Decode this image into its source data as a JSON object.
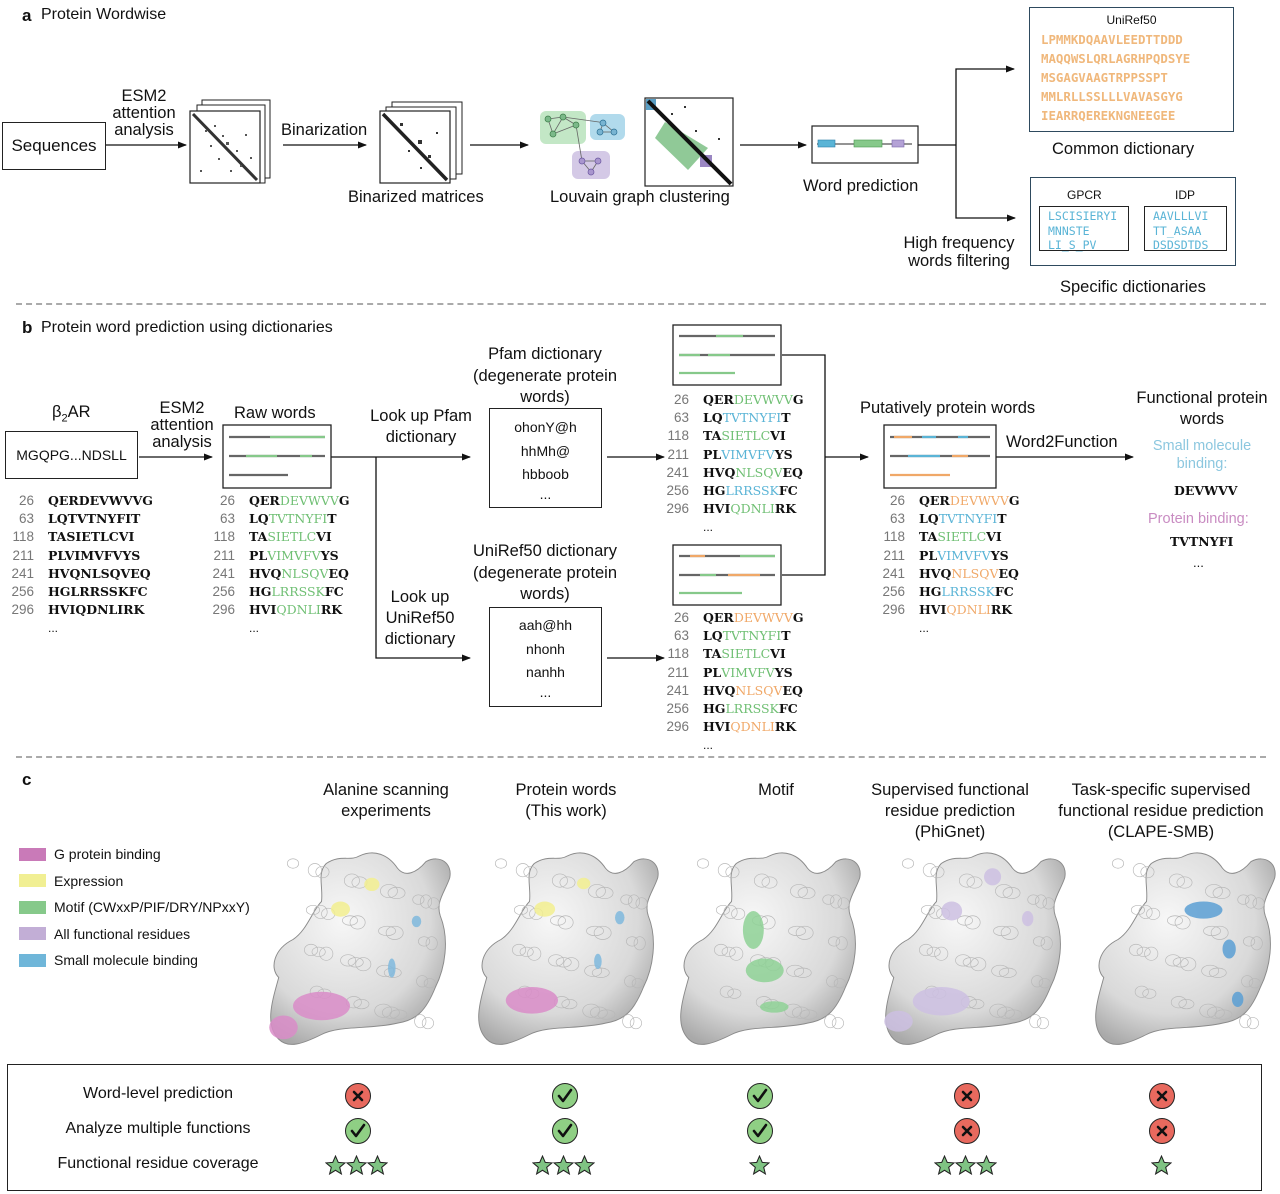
{
  "panel_a": {
    "letter": "a",
    "title": "Protein Wordwise",
    "sequences_label": "Sequences",
    "esm2_label": [
      "ESM2",
      "attention",
      "analysis"
    ],
    "binarization_label": "Binarization",
    "binarized_label": "Binarized matrices",
    "louvain_label": "Louvain graph clustering",
    "word_prediction_label": "Word prediction",
    "high_freq_label": [
      "High frequency",
      "words filtering"
    ],
    "uniref50_box_title": "UniRef50",
    "uniref50_words": [
      "LPMMKDQAAVLEEDTTDDD",
      "MAQQWSLQRLAGRHPQDSYE",
      "MSGAGVAAGTRPPSSPT",
      "MMLRLLSSLLLVAVASGYG",
      "IEARRQEREKNGNEEGEE"
    ],
    "common_dict_label": "Common dictionary",
    "gpcr_title": "GPCR",
    "gpcr_words": [
      "LSCISIERYI",
      "MNNSTE",
      "LI_S_PV"
    ],
    "idp_title": "IDP",
    "idp_words": [
      "AAVLLLVI",
      "TT_ASAA",
      "DSDSDTDS"
    ],
    "specific_dict_label": "Specific dictionaries"
  },
  "panel_b": {
    "letter": "b",
    "title": "Protein word prediction using dictionaries",
    "b2ar_label": "β",
    "b2ar_sub": "2",
    "b2ar_suffix": "AR",
    "input_seq": "MGQPG...NDSLL",
    "esm2_label": [
      "ESM2",
      "attention",
      "analysis"
    ],
    "raw_words_label": "Raw words",
    "lookup_pfam": [
      "Look up Pfam",
      "dictionary"
    ],
    "lookup_uniref": [
      "Look up",
      "UniRef50",
      "dictionary"
    ],
    "pfam_dict_label": [
      "Pfam dictionary",
      "(degenerate protein",
      "words)"
    ],
    "pfam_words": [
      "ohonY@h",
      "hhMh@",
      "hbboob",
      "..."
    ],
    "uniref_dict_label": [
      "UniRef50 dictionary",
      "(degenerate protein",
      "words)"
    ],
    "uniref_words": [
      "aah@hh",
      "nhonh",
      "nanhh",
      "..."
    ],
    "putative_label": "Putatively protein words",
    "word2function_label": "Word2Function",
    "functional_label": [
      "Functional protein",
      "words"
    ],
    "small_mol_label": [
      "Small molecule",
      "binding:"
    ],
    "small_mol_word": "DEVWVV",
    "protein_binding_label": "Protein binding:",
    "protein_binding_word": "TVTNYFI",
    "func_dots": "...",
    "positions": [
      "26",
      "63",
      "118",
      "211",
      "241",
      "256",
      "296"
    ],
    "seq_dots": "...",
    "raw_seqs": [
      "QERDEVWVVG",
      "LQTVTNYFIT",
      "TASIETLCVI",
      "PLVIMVFVYS",
      "HVQNLSQVEQ",
      "HGLRRSSKFC",
      "HVIQDNLIRK"
    ]
  },
  "panel_c": {
    "letter": "c",
    "method_titles": [
      [
        "Alanine scanning",
        "experiments"
      ],
      [
        "Protein words",
        "(This work)"
      ],
      [
        "Motif"
      ],
      [
        "Supervised functional",
        "residue prediction",
        "(PhiGnet)"
      ],
      [
        "Task-specific supervised",
        "functional residue prediction",
        "(CLAPE-SMB)"
      ]
    ],
    "legend": [
      {
        "label": "G protein binding",
        "color": "#c97ab8"
      },
      {
        "label": "Expression",
        "color": "#f1ef93"
      },
      {
        "label": "Motif  (CWxxP/PIF/DRY/NPxxY)",
        "color": "#86c98a"
      },
      {
        "label": "All functional residues",
        "color": "#c2aed6"
      },
      {
        "label": "Small molecule binding",
        "color": "#6fb6d9"
      }
    ],
    "table_rows": [
      "Word-level prediction",
      "Analyze multiple functions",
      "Functional residue coverage"
    ],
    "table_values": {
      "word_level": [
        "no",
        "yes",
        "yes",
        "no",
        "no"
      ],
      "multiple": [
        "yes",
        "yes",
        "yes",
        "no",
        "no"
      ],
      "coverage_stars": [
        3,
        3,
        1,
        3,
        1
      ]
    }
  },
  "colors": {
    "green": "#6fbf73",
    "blue": "#5ab4d6",
    "orange": "#f0a868",
    "pink": "#c46ab0",
    "check_green": "#8fcf84",
    "cross_red": "#e8695e"
  }
}
